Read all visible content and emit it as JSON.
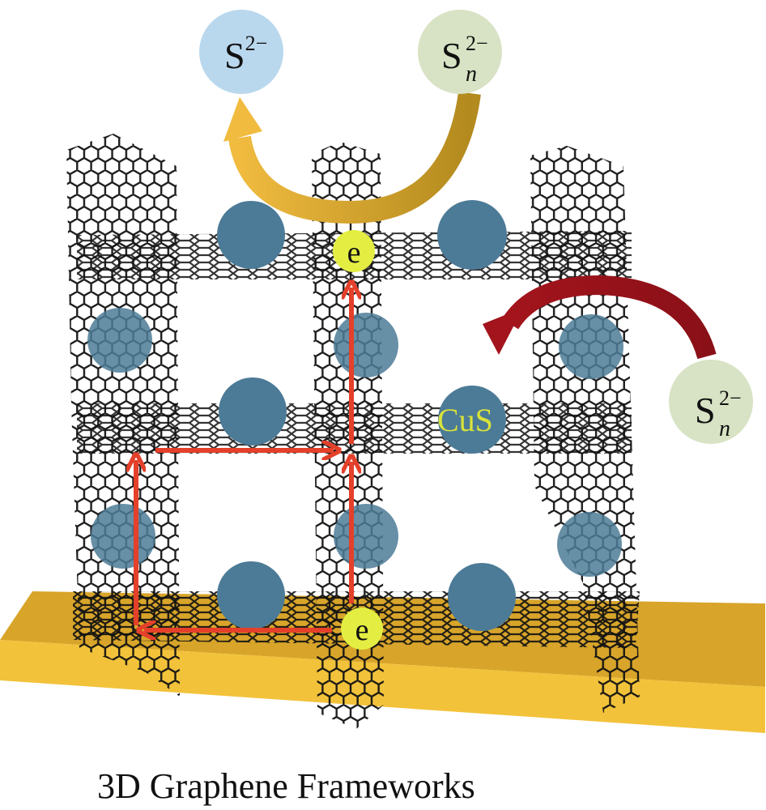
{
  "caption": "3D Graphene Frameworks",
  "labels": {
    "sulfide": "S",
    "sulfide_charge": "2−",
    "polysulfide": "S",
    "polysulfide_sub": "n",
    "polysulfide_charge": "2−",
    "electron": "e",
    "cus": "CuS"
  },
  "colors": {
    "substrate_top": "#d8a52a",
    "substrate_front": "#f2c23a",
    "cus_particle": "#4c7b97",
    "sulfide_bubble": "#b9d8ee",
    "polysulfide_bubble": "#d7e3c4",
    "electron_fill": "#e4ee42",
    "electron_path": "#e4402a",
    "gold_arrow": "#e0a632",
    "red_arrow": "#a3141c",
    "cus_text": "#d9e23a"
  }
}
